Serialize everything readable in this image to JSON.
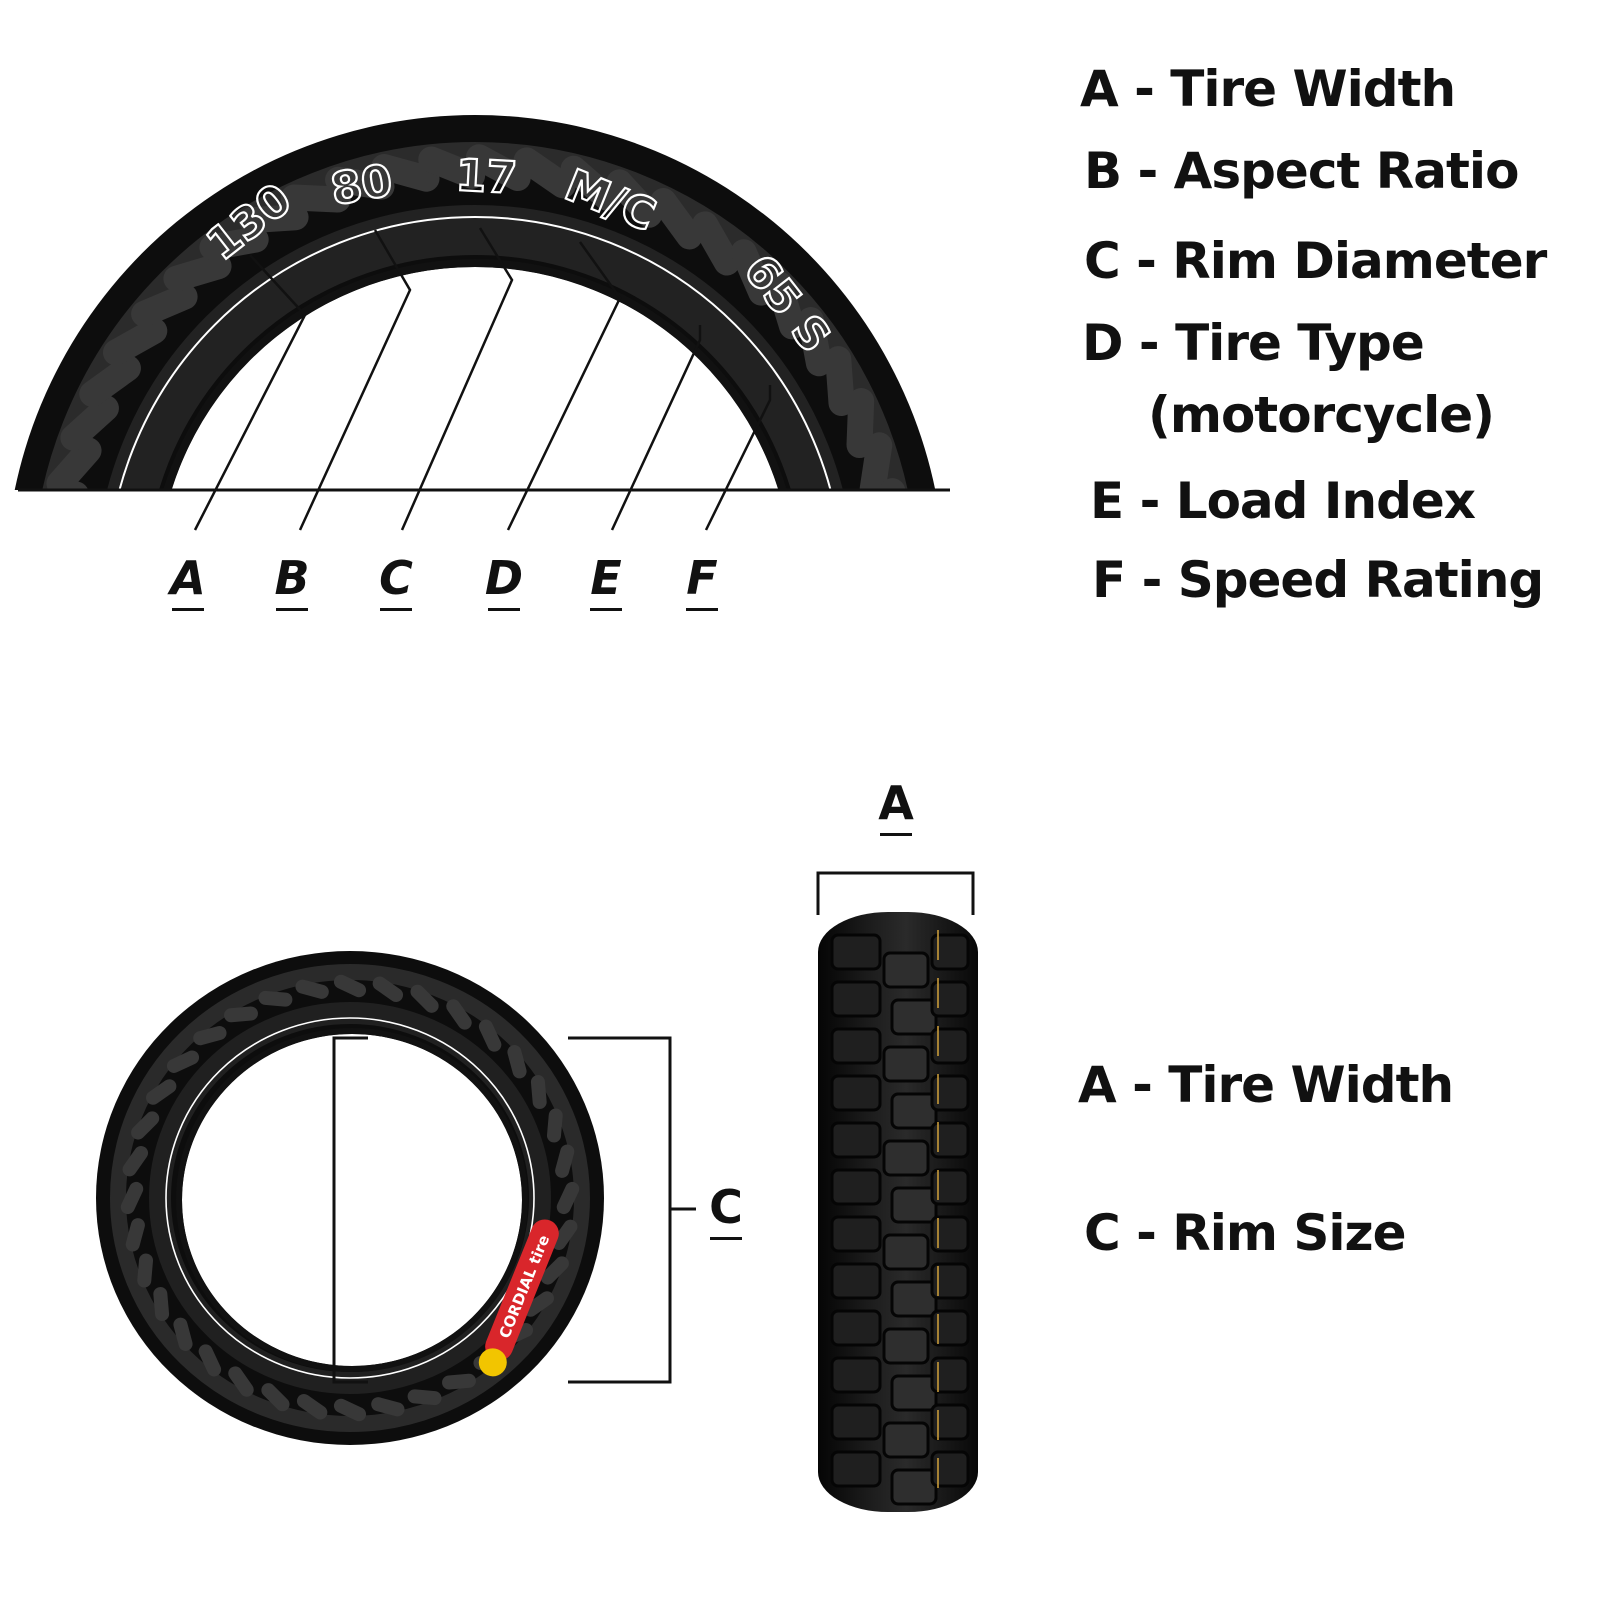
{
  "sidewall_text": {
    "width": "130",
    "aspect": "80",
    "rim": "17",
    "type": "M/C",
    "load_speed": "65 S"
  },
  "callout_letters": [
    "A",
    "B",
    "C",
    "D",
    "E",
    "F"
  ],
  "legend_top": [
    "A - Tire Width",
    "B - Aspect Ratio",
    "C - Rim Diameter",
    "D - Tire Type",
    "(motorcycle)",
    "E - Load Index",
    "F - Speed Rating"
  ],
  "bottom_labels": {
    "width_letter": "A",
    "rim_letter": "C"
  },
  "legend_bottom": [
    "A - Tire Width",
    "C -  Rim Size"
  ],
  "brand_mark": "CORDIAL tire",
  "colors": {
    "tire": "#111111",
    "tire_highlight": "#3a3a3a",
    "lines": "#111111",
    "brand_red": "#d9262b",
    "brand_yellow": "#f2c500"
  }
}
